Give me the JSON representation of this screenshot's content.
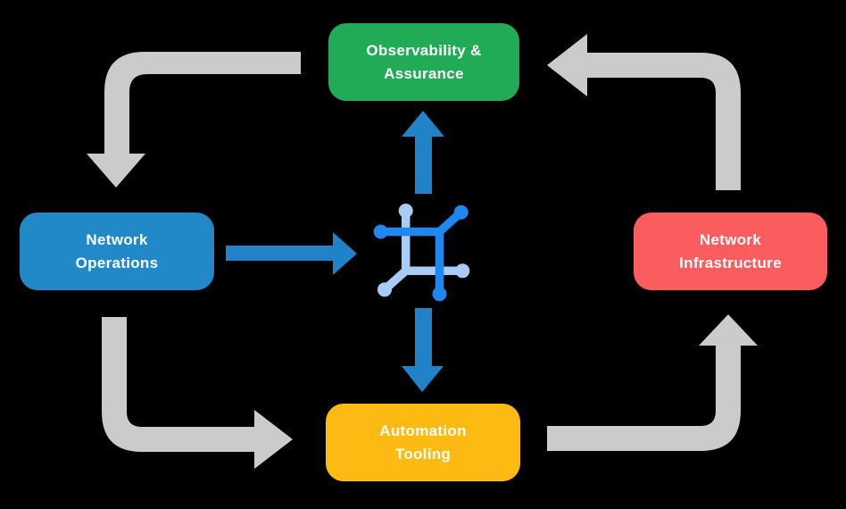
{
  "nodes": {
    "observability": {
      "line1": "Observability &",
      "line2": "Assurance",
      "color": "#22AB56"
    },
    "operations": {
      "line1": "Network",
      "line2": "Operations",
      "color": "#2289C9"
    },
    "infrastructure": {
      "line1": "Network",
      "line2": "Infrastructure",
      "color": "#FB5D5F"
    },
    "automation": {
      "line1": "Automation",
      "line2": "Tooling",
      "color": "#FCBA12"
    }
  },
  "center_icon": {
    "name": "network-automation-icon"
  },
  "edges": {
    "gray_cycle": [
      {
        "from": "Observability & Assurance",
        "to": "Network Operations"
      },
      {
        "from": "Network Operations",
        "to": "Automation Tooling"
      },
      {
        "from": "Automation Tooling",
        "to": "Network Infrastructure"
      },
      {
        "from": "Network Infrastructure",
        "to": "Observability & Assurance"
      }
    ],
    "blue": [
      {
        "from": "Network Operations",
        "to": "center-icon"
      },
      {
        "from": "center-icon",
        "to": "Observability & Assurance"
      },
      {
        "from": "center-icon",
        "to": "Automation Tooling"
      }
    ]
  },
  "colors": {
    "background": "#000000",
    "text": "#FFFFFF",
    "arrow_gray": "#CBCBCB",
    "arrow_blue": "#2083C7",
    "icon_blue": "#1F87F0",
    "icon_light_blue": "#A9CCF6"
  }
}
